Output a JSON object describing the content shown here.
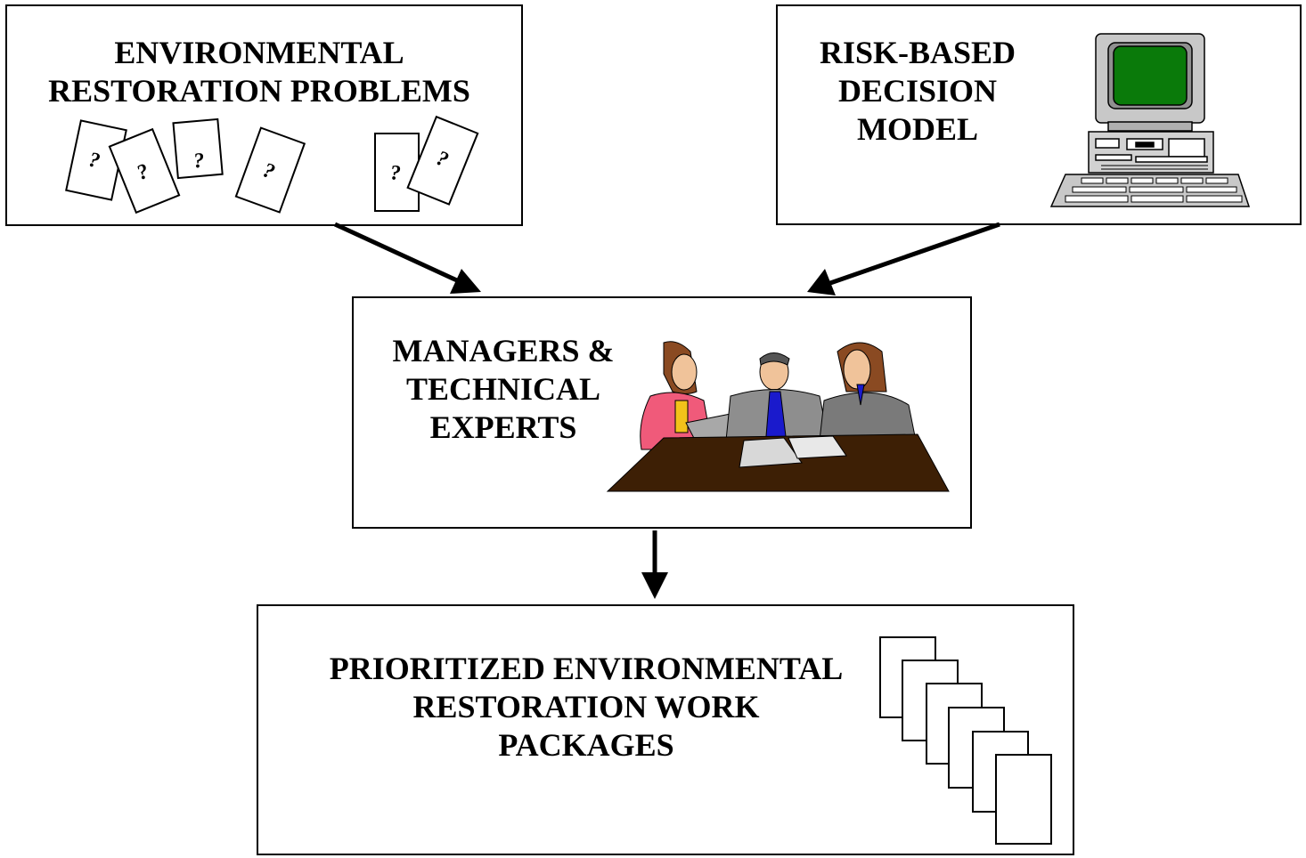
{
  "nodes": {
    "env_problems": {
      "line1": "ENVIRONMENTAL",
      "line2": "RESTORATION PROBLEMS"
    },
    "risk_model": {
      "line1": "RISK-BASED",
      "line2": "DECISION",
      "line3": "MODEL"
    },
    "managers": {
      "line1": "MANAGERS &",
      "line2": "TECHNICAL",
      "line3": "EXPERTS"
    },
    "prioritized": {
      "line1": "PRIORITIZED ENVIRONMENTAL",
      "line2": "RESTORATION WORK",
      "line3": "PACKAGES"
    }
  },
  "question_mark": "?",
  "icons": {
    "problems": "question-cards-icon",
    "model": "desktop-computer-icon",
    "meeting": "meeting-people-icon",
    "packages": "stacked-documents-icon"
  },
  "colors": {
    "screen": "#0a7a0a",
    "table": "#3d1f05",
    "tie": "#1a1acc"
  }
}
